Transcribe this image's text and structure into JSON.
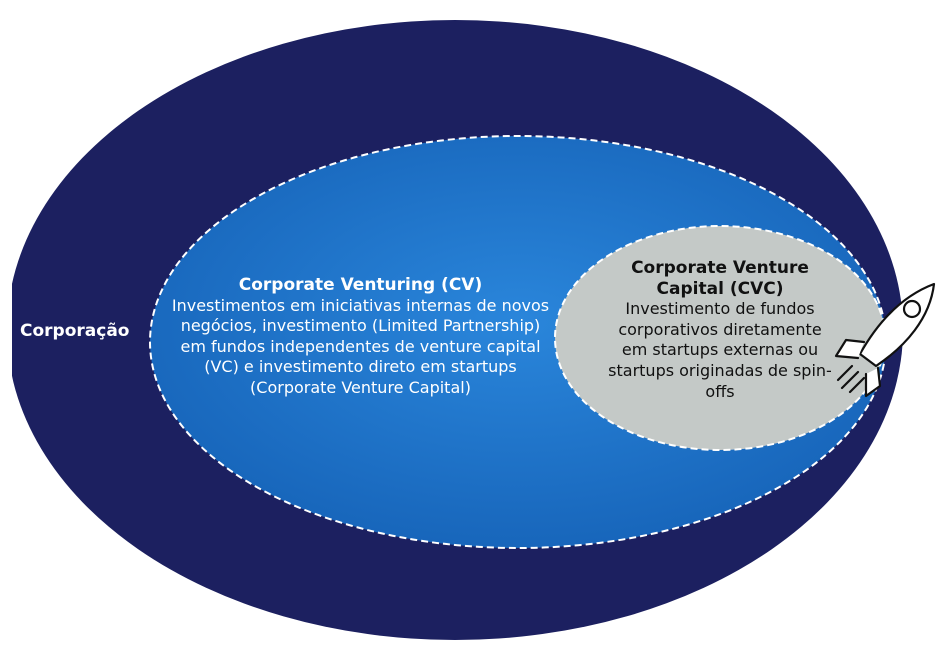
{
  "diagram": {
    "outer": {
      "label": "Corporação",
      "color": "#1c2060"
    },
    "middle": {
      "title": "Corporate Venturing (CV)",
      "description": "Investimentos em iniciativas internas de novos negócios, investimento (Limited Partnership) em fundos independentes de venture capital (VC) e investimento direto em startups (Corporate Venture Capital)",
      "color": "#1a6fc4"
    },
    "inner": {
      "title": "Corporate Venture Capital (CVC)",
      "description": "Investimento de fundos corporativos diretamente em startups externas ou startups originadas de spin-offs",
      "color": "#c4c9c7"
    },
    "icon": "rocket-icon"
  }
}
